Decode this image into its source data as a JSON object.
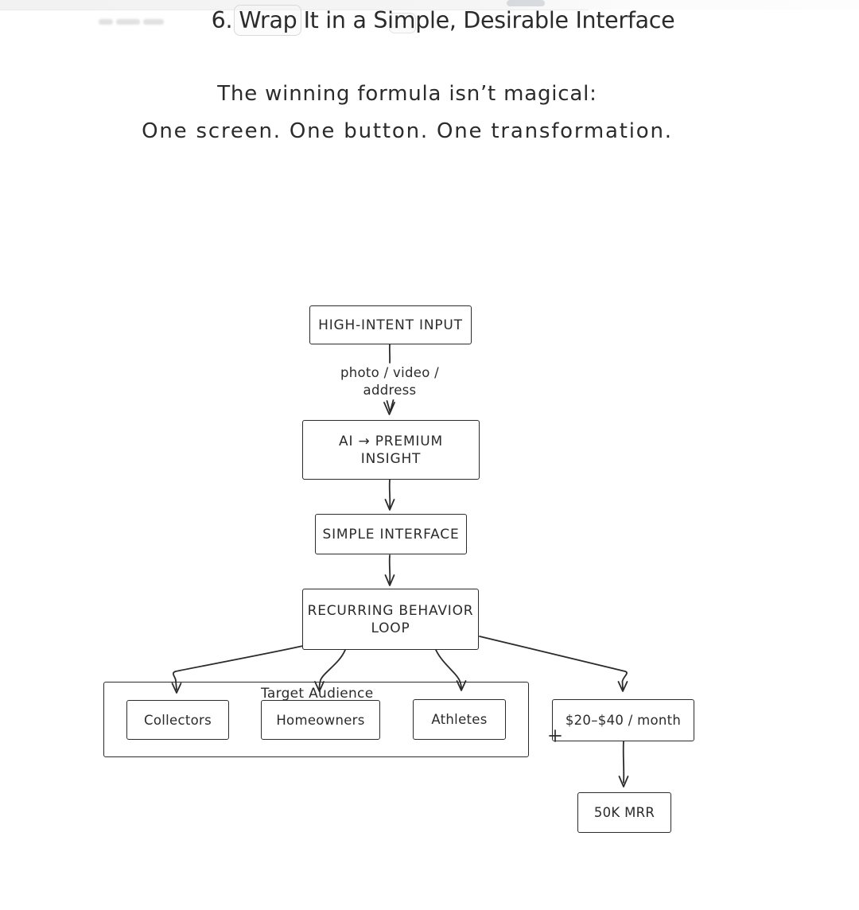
{
  "colors": {
    "ink": "#2b2b2b",
    "background": "#ffffff"
  },
  "header": {
    "title_prefix": "6. ",
    "title_highlighted_word": "Wrap",
    "title_rest": " It in a Simple, Desirable Interface"
  },
  "subtitle": {
    "line1": "The winning formula isn’t magical:",
    "line2": "One screen. One button. One transformation."
  },
  "flow": {
    "high_intent": "HIGH-INTENT INPUT",
    "input_types_line1": "photo / video /",
    "input_types_line2": "address",
    "ai_insight_line1": "AI → PREMIUM",
    "ai_insight_line2": "INSIGHT",
    "simple_interface": "SIMPLE INTERFACE",
    "loop_line1": "RECURRING BEHAVIOR",
    "loop_line2": "LOOP",
    "audience_label": "Target Audience",
    "audiences": [
      "Collectors",
      "Homeowners",
      "Athletes"
    ],
    "pricing": "$20–$40 / month",
    "revenue": "50K MRR"
  }
}
